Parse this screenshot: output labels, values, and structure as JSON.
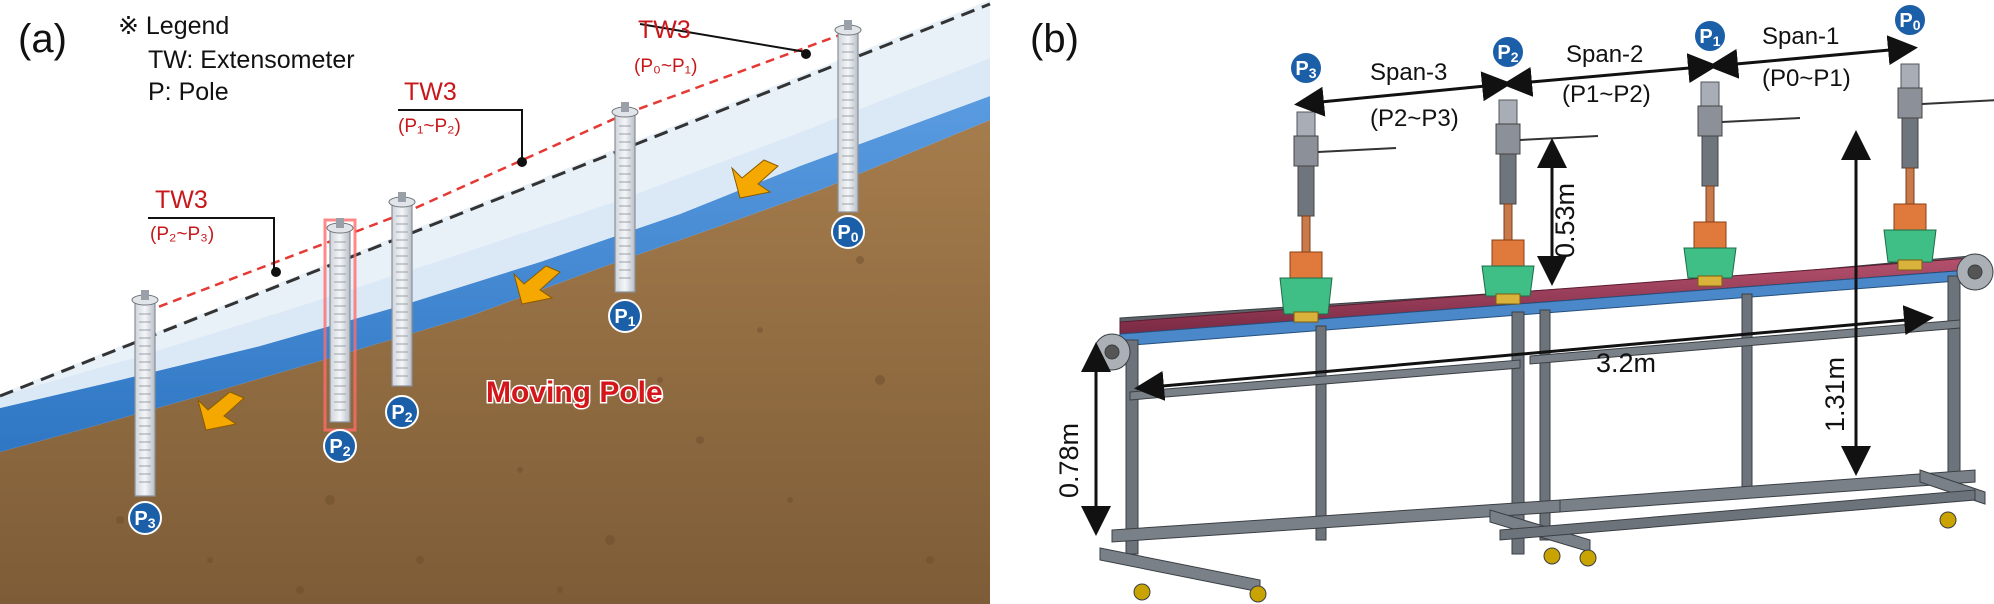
{
  "panel_a": {
    "label": "(a)",
    "legend": {
      "title": "※ Legend",
      "line1": "TW: Extensometer",
      "line2": "P: Pole"
    },
    "tw_labels": [
      {
        "name": "TW3",
        "sub": "(P₀~P₁)"
      },
      {
        "name": "TW3",
        "sub": "(P₁~P₂)"
      },
      {
        "name": "TW3",
        "sub": "(P₂~P₃)"
      }
    ],
    "moving_label": "Moving Pole",
    "poles": [
      "P0",
      "P1",
      "P2",
      "P2",
      "P3"
    ]
  },
  "panel_b": {
    "label": "(b)",
    "poles": [
      "P3",
      "P2",
      "P1",
      "P0"
    ],
    "spans": [
      {
        "name": "Span-3",
        "range": "(P2~P3)"
      },
      {
        "name": "Span-2",
        "range": "(P1~P2)"
      },
      {
        "name": "Span-1",
        "range": "(P0~P1)"
      }
    ],
    "dimensions": {
      "pole_height": "0.53m",
      "length": "3.2m",
      "frame_height": "0.78m",
      "total_height": "1.31m"
    }
  },
  "colors": {
    "badge": "#1b5fa8",
    "accent_red": "#c8171b",
    "water": "#4a8fd6",
    "soil": "#9c7447"
  }
}
